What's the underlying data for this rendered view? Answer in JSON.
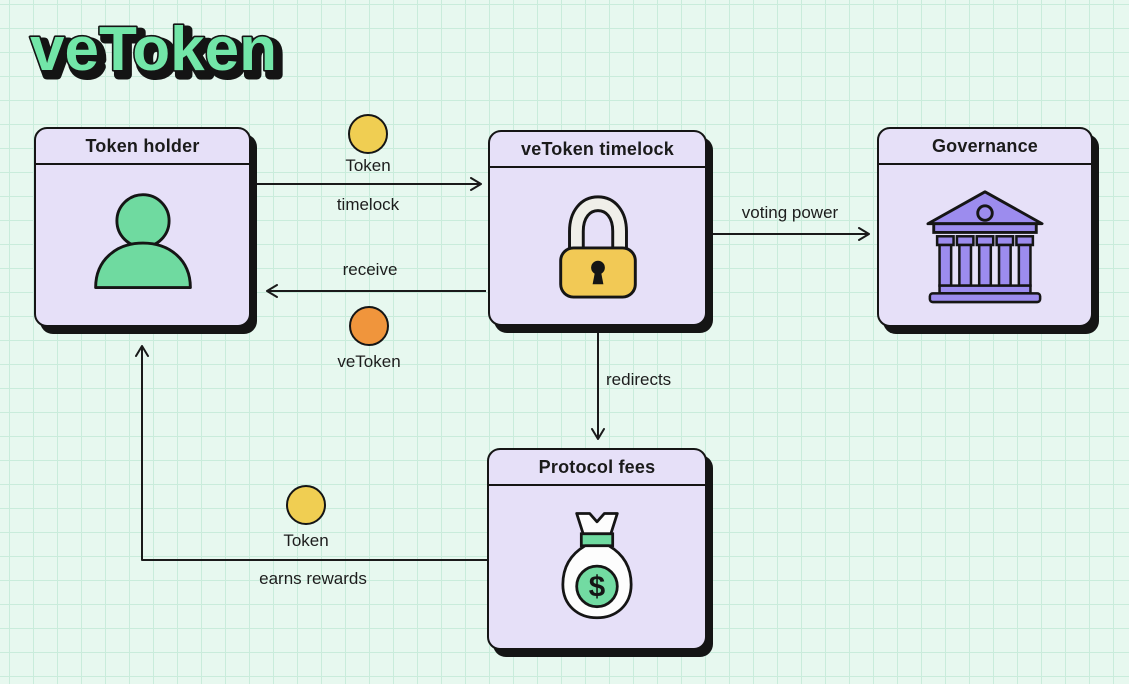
{
  "title": "veToken",
  "palette": {
    "background": "#E7F8EF",
    "grid_line": "#C9ECDB",
    "node_fill": "#E6E0F8",
    "outline": "#151515",
    "title_green": "#72E6A8",
    "icon_green": "#6FDAA0",
    "icon_purple": "#9C8CEE",
    "lock_yellow": "#F2C955",
    "lock_shackle": "#F0EFE9",
    "coin_yellow": "#F0CE52",
    "coin_orange": "#F0953C"
  },
  "nodes": [
    {
      "id": "token-holder",
      "label": "Token holder",
      "icon": "person-icon"
    },
    {
      "id": "vetoken-timelock",
      "label": "veToken timelock",
      "icon": "padlock-icon"
    },
    {
      "id": "governance",
      "label": "Governance",
      "icon": "bank-icon"
    },
    {
      "id": "protocol-fees",
      "label": "Protocol fees",
      "icon": "money-bag-icon"
    }
  ],
  "edges": [
    {
      "id": "lock-tokens",
      "from": "token-holder",
      "to": "vetoken-timelock",
      "label_above": "Token",
      "label_below": "timelock",
      "coin": "yellow"
    },
    {
      "id": "receive",
      "from": "vetoken-timelock",
      "to": "token-holder",
      "label_above": "receive",
      "coin": "orange",
      "coin_label": "veToken"
    },
    {
      "id": "voting-power",
      "from": "vetoken-timelock",
      "to": "governance",
      "label_above": "voting power"
    },
    {
      "id": "redirects",
      "from": "vetoken-timelock",
      "to": "protocol-fees",
      "label_side": "redirects"
    },
    {
      "id": "earns-rewards",
      "from": "protocol-fees",
      "to": "token-holder",
      "label_below": "earns rewards",
      "coin": "yellow",
      "coin_label": "Token"
    }
  ]
}
